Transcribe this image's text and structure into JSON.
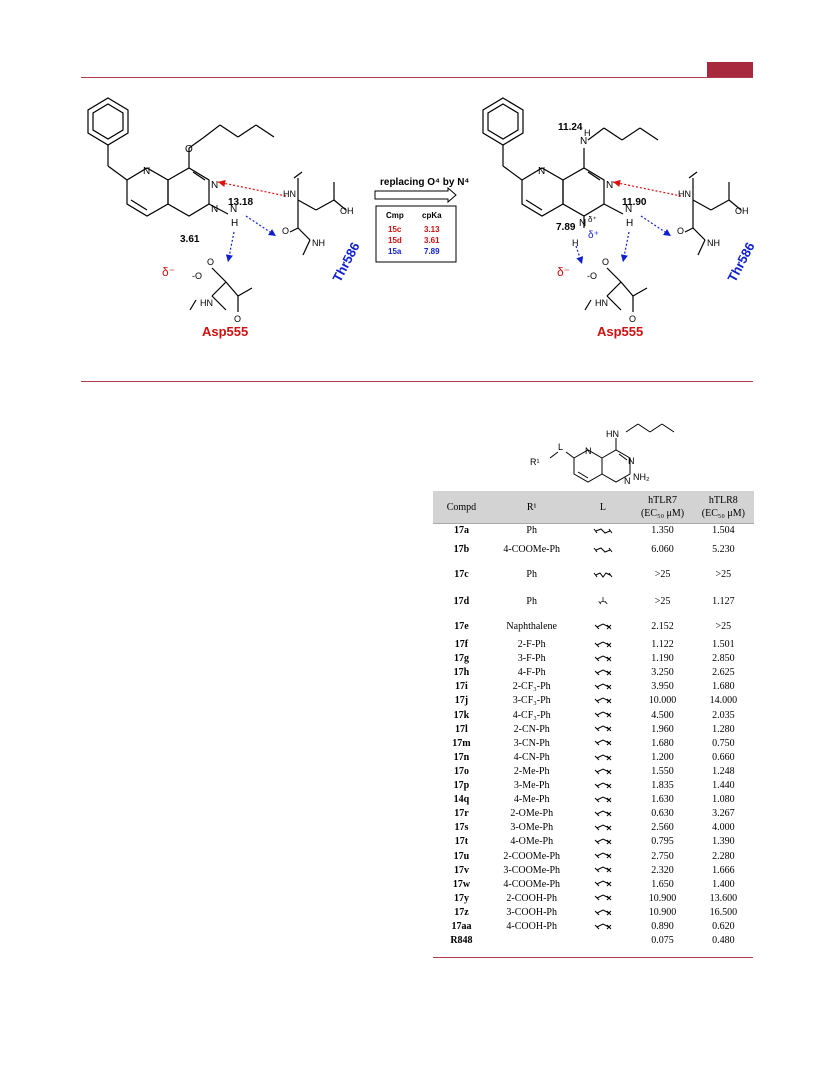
{
  "figure": {
    "arrow_label": "replacing O⁴ by N⁴",
    "inset": {
      "headers": [
        "Cmp",
        "cpKa"
      ],
      "rows": [
        {
          "cmp": "15c",
          "cpka": "3.13",
          "color": "#d01010"
        },
        {
          "cmp": "15d",
          "cpka": "3.61",
          "color": "#d01010"
        },
        {
          "cmp": "15a",
          "cpka": "7.89",
          "color": "#1020d0"
        }
      ]
    },
    "left": {
      "val_nh": "13.18",
      "val_ring": "3.61",
      "O": "O",
      "N_top": "N",
      "N_bot": "N",
      "N_ring": "N",
      "NH": "N",
      "H": "H",
      "delta": "δ⁻",
      "carbox_O": "O",
      "carbox_Om": "-O",
      "res1": "Asp555",
      "res2": "Thr586",
      "HN": "HN",
      "OH": "OH",
      "NH_pep": "NH",
      "O_pep": "O",
      "HN_pep": "HN",
      "O_pep2": "O"
    },
    "right": {
      "val_top": "11.24",
      "val_nh": "11.90",
      "val_ring": "7.89",
      "H_top": "H",
      "N_top": "N",
      "N_r1": "N",
      "N_r2": "N",
      "N_ring": "N",
      "NH": "N",
      "H": "H",
      "H2": "H",
      "delta_plus": "δ⁺",
      "delta": "δ⁻",
      "carbox_O": "O",
      "carbox_Om": "-O",
      "res1": "Asp555",
      "res2": "Thr586",
      "HN": "HN",
      "OH": "OH",
      "NH_pep": "NH",
      "O_pep": "O",
      "HN_pep": "HN",
      "O_pep2": "O"
    }
  },
  "scaffold": {
    "R": "R¹",
    "L": "L",
    "N1": "N",
    "N2": "N",
    "N3": "N",
    "HN": "HN",
    "NH2": "NH₂"
  },
  "table": {
    "headers": [
      "Compd",
      "R¹",
      "L",
      "hTLR7",
      "(EC₅₀ μM)",
      "hTLR8",
      "(EC₅₀ μM)"
    ],
    "rows": [
      {
        "compd": "17a",
        "r1": "Ph",
        "linker": "ch2ch2",
        "tlr7": "1.350",
        "tlr8": "1.504"
      },
      {
        "compd": "17b",
        "r1": "4-COOMe-Ph",
        "linker": "ch2ch2",
        "tlr7": "6.060",
        "tlr8": "5.230"
      },
      {
        "compd": "17c",
        "r1": "Ph",
        "linker": "ch2ch2ch2",
        "tlr7": ">25",
        "tlr8": ">25"
      },
      {
        "compd": "17d",
        "r1": "Ph",
        "linker": "chme",
        "tlr7": ">25",
        "tlr8": "1.127"
      },
      {
        "compd": "17e",
        "r1": "Naphthalene",
        "linker": "ch2",
        "tlr7": "2.152",
        "tlr8": ">25"
      },
      {
        "compd": "17f",
        "r1": "2-F-Ph",
        "linker": "ch2",
        "tlr7": "1.122",
        "tlr8": "1.501"
      },
      {
        "compd": "17g",
        "r1": "3-F-Ph",
        "linker": "ch2",
        "tlr7": "1.190",
        "tlr8": "2.850"
      },
      {
        "compd": "17h",
        "r1": "4-F-Ph",
        "linker": "ch2",
        "tlr7": "3.250",
        "tlr8": "2.625"
      },
      {
        "compd": "17i",
        "r1": "2-CF₃-Ph",
        "linker": "ch2",
        "tlr7": "3.950",
        "tlr8": "1.680"
      },
      {
        "compd": "17j",
        "r1": "3-CF₃-Ph",
        "linker": "ch2",
        "tlr7": "10.000",
        "tlr8": "14.000"
      },
      {
        "compd": "17k",
        "r1": "4-CF₃-Ph",
        "linker": "ch2",
        "tlr7": "4.500",
        "tlr8": "2.035"
      },
      {
        "compd": "17l",
        "r1": "2-CN-Ph",
        "linker": "ch2",
        "tlr7": "1.960",
        "tlr8": "1.280"
      },
      {
        "compd": "17m",
        "r1": "3-CN-Ph",
        "linker": "ch2",
        "tlr7": "1.680",
        "tlr8": "0.750"
      },
      {
        "compd": "17n",
        "r1": "4-CN-Ph",
        "linker": "ch2",
        "tlr7": "1.200",
        "tlr8": "0.660"
      },
      {
        "compd": "17o",
        "r1": "2-Me-Ph",
        "linker": "ch2",
        "tlr7": "1.550",
        "tlr8": "1.248"
      },
      {
        "compd": "17p",
        "r1": "3-Me-Ph",
        "linker": "ch2",
        "tlr7": "1.835",
        "tlr8": "1.440"
      },
      {
        "compd": "14q",
        "r1": "4-Me-Ph",
        "linker": "ch2",
        "tlr7": "1.630",
        "tlr8": "1.080"
      },
      {
        "compd": "17r",
        "r1": "2-OMe-Ph",
        "linker": "ch2",
        "tlr7": "0.630",
        "tlr8": "3.267"
      },
      {
        "compd": "17s",
        "r1": "3-OMe-Ph",
        "linker": "ch2",
        "tlr7": "2.560",
        "tlr8": "4.000"
      },
      {
        "compd": "17t",
        "r1": "4-OMe-Ph",
        "linker": "ch2",
        "tlr7": "0.795",
        "tlr8": "1.390"
      },
      {
        "compd": "17u",
        "r1": "2-COOMe-Ph",
        "linker": "ch2",
        "tlr7": "2.750",
        "tlr8": "2.280"
      },
      {
        "compd": "17v",
        "r1": "3-COOMe-Ph",
        "linker": "ch2",
        "tlr7": "2.320",
        "tlr8": "1.666"
      },
      {
        "compd": "17w",
        "r1": "4-COOMe-Ph",
        "linker": "ch2",
        "tlr7": "1.650",
        "tlr8": "1.400"
      },
      {
        "compd": "17y",
        "r1": "2-COOH-Ph",
        "linker": "ch2",
        "tlr7": "10.900",
        "tlr8": "13.600"
      },
      {
        "compd": "17z",
        "r1": "3-COOH-Ph",
        "linker": "ch2",
        "tlr7": "10.900",
        "tlr8": "16.500"
      },
      {
        "compd": "17aa",
        "r1": "4-COOH-Ph",
        "linker": "ch2",
        "tlr7": "0.890",
        "tlr8": "0.620"
      },
      {
        "compd": "R848",
        "r1": "",
        "linker": "",
        "tlr7": "0.075",
        "tlr8": "0.480"
      }
    ]
  }
}
